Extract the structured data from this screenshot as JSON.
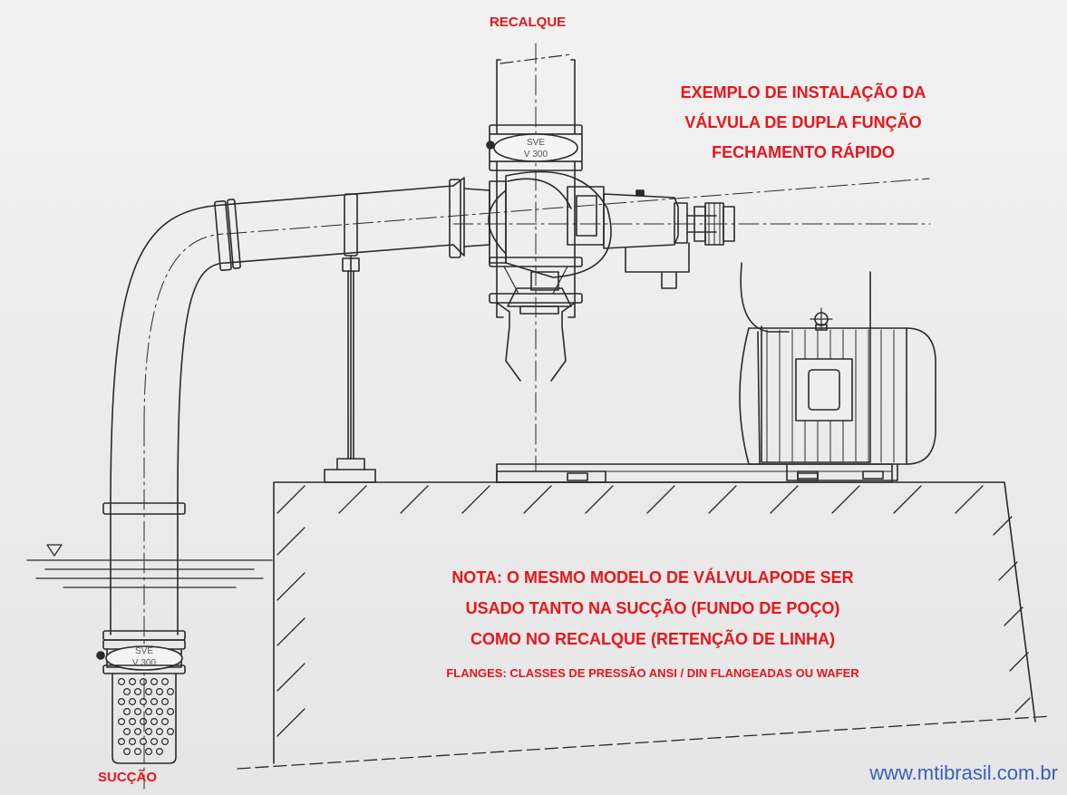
{
  "labels": {
    "discharge": "RECALQUE",
    "suction": "SUCÇÃO"
  },
  "title": {
    "line1": "EXEMPLO DE INSTALAÇÃO DA",
    "line2": "VÁLVULA DE DUPLA FUNÇÃO",
    "line3": "FECHAMENTO RÁPIDO"
  },
  "note": {
    "line1": "NOTA: O MESMO MODELO DE VÁLVULAPODE SER",
    "line2": "USADO TANTO NA SUCÇÃO (FUNDO DE POÇO)",
    "line3": "COMO NO RECALQUE (RETENÇÃO DE LINHA)",
    "flanges": "FLANGES: CLASSES DE PRESSÃO ANSI / DIN FLANGEADAS OU WAFER"
  },
  "valve_tag": {
    "line1": "SVE",
    "line2": "V 300"
  },
  "website": "www.mtibrasil.com.br",
  "colors": {
    "label_red": "#e8151b",
    "website_blue": "#3a5fb8",
    "line": "#2a2a2a"
  }
}
